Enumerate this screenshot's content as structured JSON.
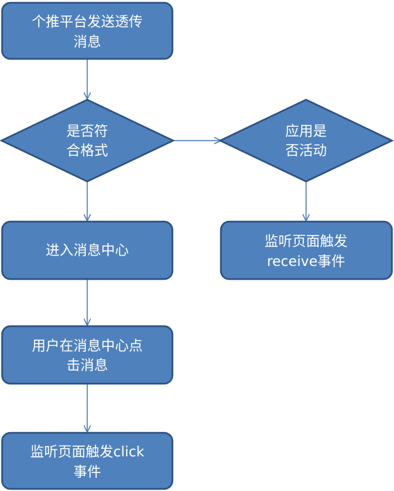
{
  "diagram": {
    "nodes": {
      "start": {
        "lines": [
          "个推平台发送透传",
          "消息"
        ]
      },
      "decision_valid": {
        "lines": [
          "是否符",
          "合格式"
        ]
      },
      "decision_active": {
        "lines": [
          "应用是",
          "否活动"
        ]
      },
      "enter_center": {
        "lines": [
          "进入消息中心"
        ]
      },
      "receive_event": {
        "lines": [
          "监听页面触发",
          "receive事件"
        ]
      },
      "user_click": {
        "lines": [
          "用户在消息中心点",
          "击消息"
        ]
      },
      "click_event": {
        "lines": [
          "监听页面触发click",
          "事件"
        ]
      }
    },
    "colors": {
      "fill": "#4f81bd",
      "stroke": "#2c5282",
      "text": "#ffffff",
      "arrow": "#4a7ebb"
    }
  }
}
